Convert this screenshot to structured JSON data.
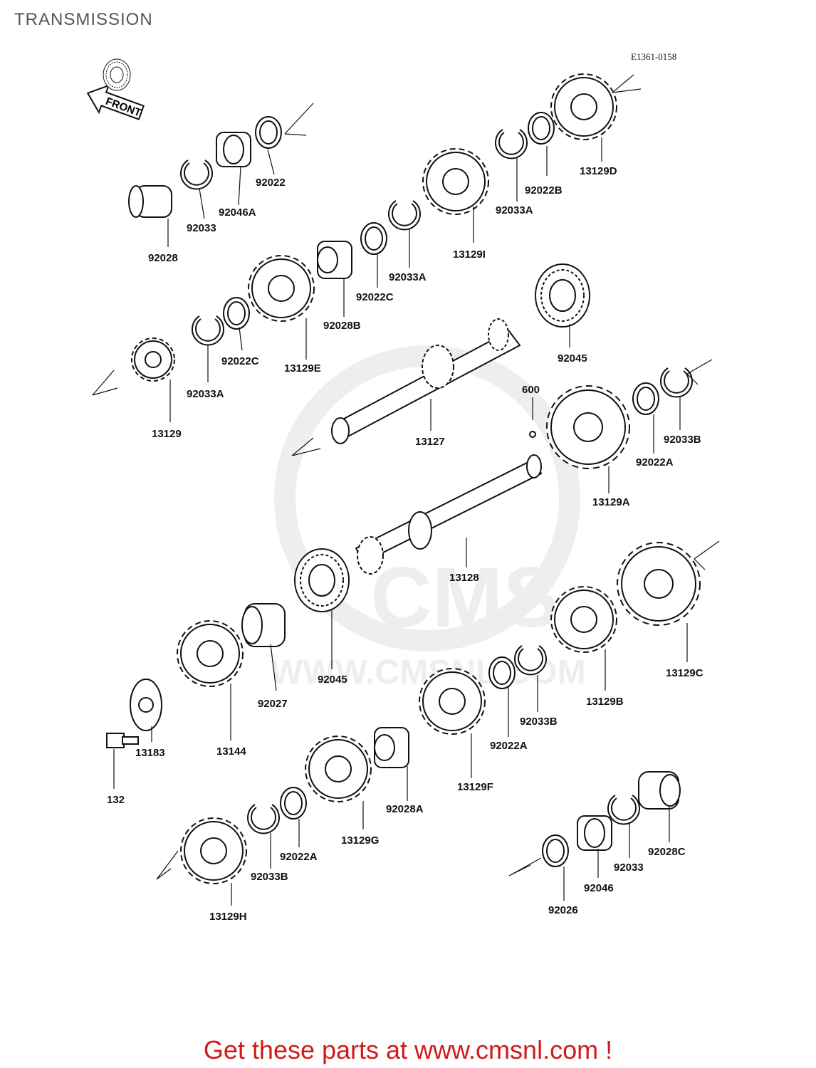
{
  "title": "TRANSMISSION",
  "diagram_code": "E1361-0158",
  "front_label": "FRONT",
  "watermark": {
    "brand": "CMS",
    "url": "WWW.CMSNL.COM"
  },
  "parts": {
    "p92022": "92022",
    "p92046A": "92046A",
    "p92033": "92033",
    "p92028": "92028",
    "p92033A_1": "92033A",
    "p92022C_1": "92022C",
    "p92028B": "92028B",
    "p92022C_2": "92022C",
    "p92033A_2": "92033A",
    "p13129E": "13129E",
    "p13129": "13129",
    "p13129I": "13129I",
    "p92033A_3": "92033A",
    "p92022B": "92022B",
    "p13129D": "13129D",
    "p92045_1": "92045",
    "p13127": "13127",
    "p600": "600",
    "p13129A": "13129A",
    "p92022A_1": "92022A",
    "p92033B_1": "92033B",
    "p13128": "13128",
    "p92045_2": "92045",
    "p92027": "92027",
    "p13144": "13144",
    "p13183": "13183",
    "p132": "132",
    "p13129B": "13129B",
    "p13129C": "13129C",
    "p92033B_2": "92033B",
    "p92022A_2": "92022A",
    "p13129F": "13129F",
    "p92028A": "92028A",
    "p13129G": "13129G",
    "p92022A_3": "92022A",
    "p92033B_3": "92033B",
    "p13129H": "13129H",
    "p92026": "92026",
    "p92046": "92046",
    "p92033_2": "92033",
    "p92028C": "92028C"
  },
  "footer": "Get these parts at www.cmsnl.com !",
  "colors": {
    "footer": "#d11a1a",
    "title": "#555555",
    "ink": "#111111"
  }
}
